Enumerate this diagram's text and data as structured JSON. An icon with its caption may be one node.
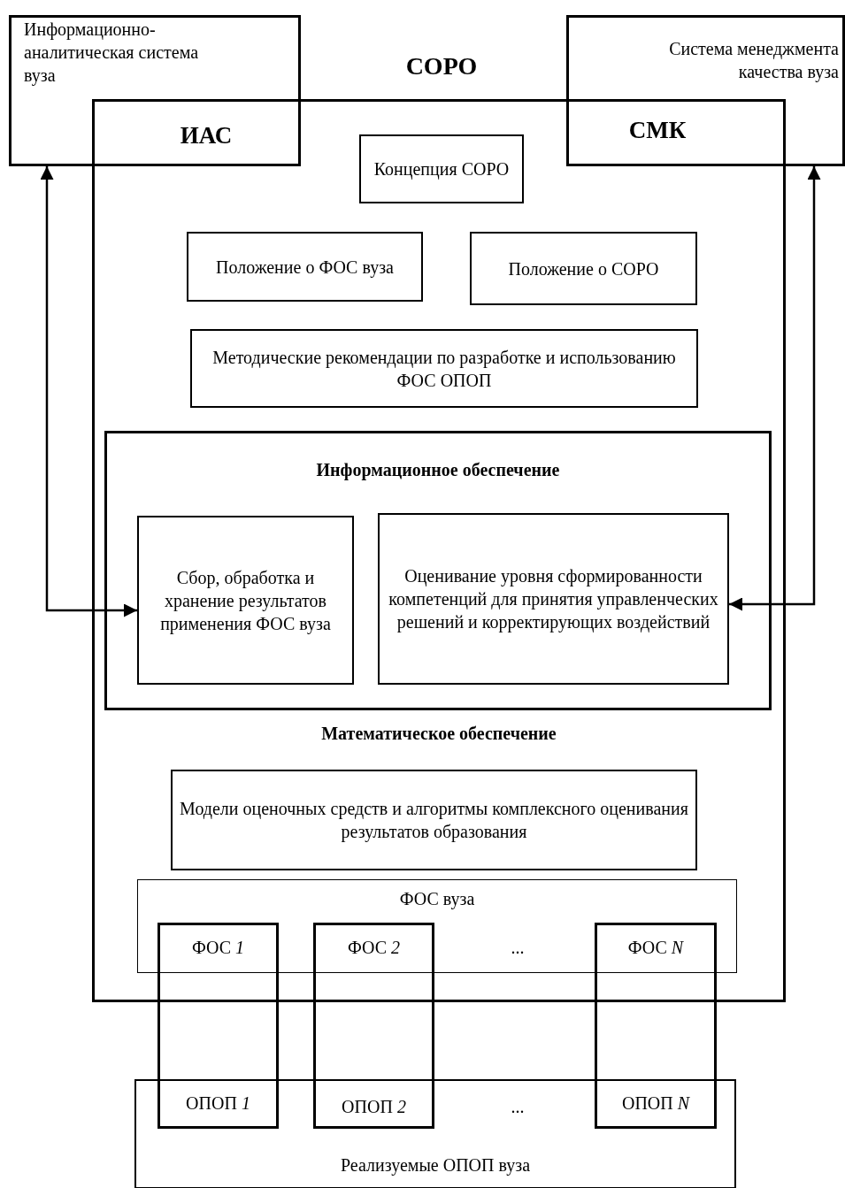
{
  "diagram": {
    "nodes": [
      {
        "text": [
          "Информационно-аналитическая система вуза",
          "ИАС"
        ]
      },
      {
        "text": [
          "Система менеджмента качества вуза",
          "СМК"
        ]
      },
      {
        "text": [
          "СОРО"
        ]
      },
      {
        "text": [
          "Концепция СОРО"
        ],
        "in": 2
      },
      {
        "text": [
          "Положение о ФОС вуза"
        ],
        "in": 2
      },
      {
        "text": [
          "Положение о СОРО"
        ],
        "in": 2
      },
      {
        "text": [
          "Методические рекомендации по разработке и использованию ФОС ОПОП"
        ],
        "in": 2
      },
      {
        "text": [
          "Информационное обеспечение"
        ],
        "in": 2
      },
      {
        "text": [
          "Сбор, обработка и хранение результатов применения ФОС вуза"
        ],
        "in": 7
      },
      {
        "text": [
          "Оценивание уровня сформированности компетенций для принятия управленческих решений и корректирующих воздействий"
        ],
        "in": 7
      },
      {
        "text": [
          "Модели оценочных средств и алгоритмы комплексного оценивания результатов образования"
        ],
        "in": 2
      },
      {
        "text": [
          "ФОС вуза"
        ],
        "in": 2
      },
      {
        "text": [
          "ФОС *1*",
          "ОПОП *1*"
        ]
      },
      {
        "text": [
          "ФОС *2*",
          "ОПОП *2*"
        ]
      },
      {
        "text": [
          "ФОС *N*",
          "ОПОП *N*"
        ]
      },
      {
        "text": [
          "Реализуемые ОПОП вуза"
        ]
      }
    ],
    "edges": [
      {
        "from": 0,
        "to": 8,
        "arrow": "both"
      },
      {
        "from": 1,
        "to": 9,
        "arrow": "both"
      }
    ],
    "labels": [
      "Математическое обеспечение",
      "...",
      "..."
    ]
  }
}
